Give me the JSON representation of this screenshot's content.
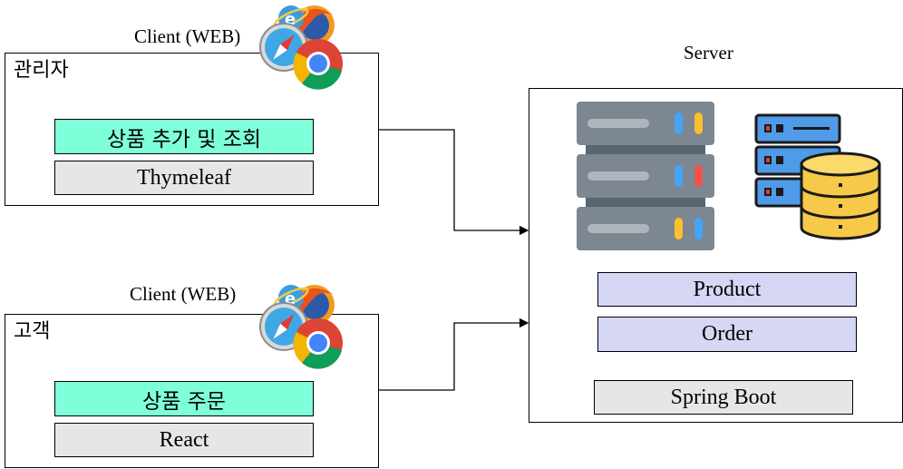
{
  "admin": {
    "client_caption": "Client (WEB)",
    "group_label": "관리자",
    "feature": "상품 추가 및 조회",
    "tech": "Thymeleaf"
  },
  "customer": {
    "client_caption": "Client (WEB)",
    "group_label": "고객",
    "feature": "상품 주문",
    "tech": "React"
  },
  "server": {
    "caption": "Server",
    "modules": [
      "Product",
      "Order"
    ],
    "framework": "Spring Boot"
  },
  "icons": [
    "browser-icons",
    "server-rack-icon",
    "database-icon"
  ],
  "colors": {
    "feature_fill": "#7fffd9",
    "tech_fill": "#e6e6e6",
    "module_fill": "#d6d6f5"
  }
}
